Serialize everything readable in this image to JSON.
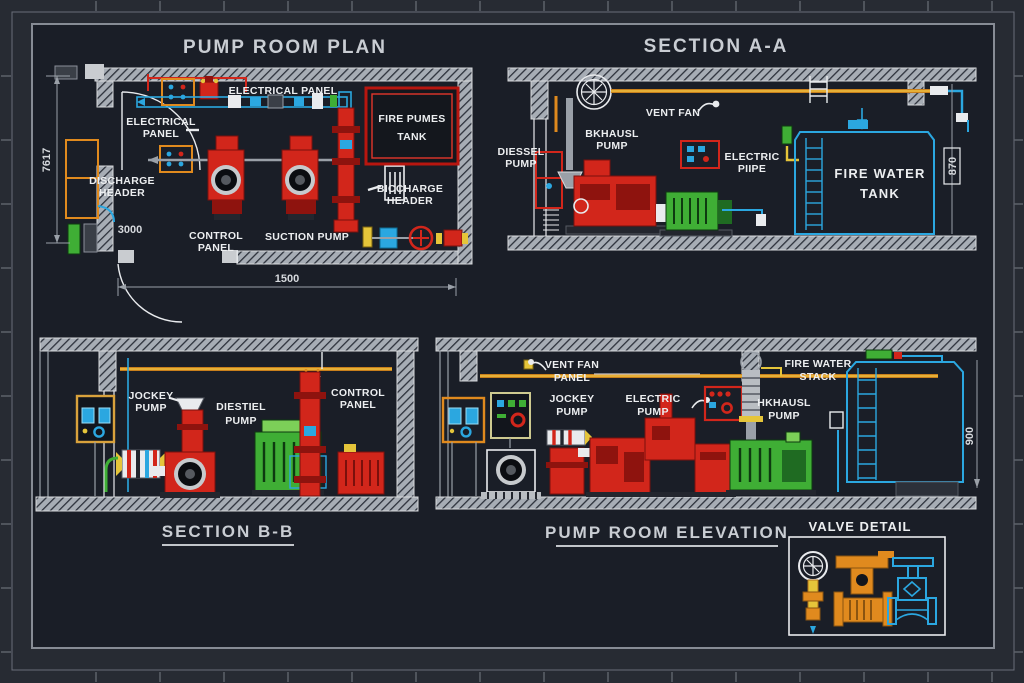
{
  "colors": {
    "background": "#272b33",
    "sheet": "#1a1e27",
    "frame": "#878c95",
    "tick": "#5d626b",
    "text": "#eceef0",
    "title": "#c9cdd3",
    "dim": "#d6d9dd",
    "red": "#d2261b",
    "red_dark": "#8e130e",
    "orange": "#e08a1e",
    "yellow": "#e5c53a",
    "cyan": "#2ba7e0",
    "green": "#3fae35",
    "green_dark": "#1f6b22",
    "white": "#e9ebee",
    "gray": "#9aa0a8",
    "dark": "#12151c"
  },
  "views": {
    "plan": {
      "title": "PUMP ROOM PLAN",
      "labels": {
        "electrical_panel_top": [
          "ELECTRICAL PANEL"
        ],
        "electrical_panel_left": [
          "ELECTRICAL",
          "PANEL"
        ],
        "discharge_header": [
          "DISCHARGE",
          "HEADER"
        ],
        "control_panel": [
          "CONTROL",
          "PANEL"
        ],
        "suction_pump": [
          "SUCTION PUMP"
        ],
        "discharge_header_right": [
          "BICCHARGE",
          "HEADER"
        ],
        "fire_pumps_tank": [
          "FIRE PUMES",
          "TANK"
        ]
      },
      "dimensions": {
        "room_width": "1500",
        "door": "3000",
        "room_height": "7617"
      }
    },
    "section_aa": {
      "title": "SECTION A-A",
      "labels": {
        "diesel_pump": [
          "DIESSEL",
          "PUMP"
        ],
        "exhaust_pump": [
          "BKHAUSL",
          "PUMP"
        ],
        "vent_fan": [
          "VENT FAN"
        ],
        "electric_pipe": [
          "ELECTRIC",
          "PIIPE"
        ],
        "fire_water_tank": [
          "FIRE WATER",
          "TANK"
        ]
      },
      "dimensions": {
        "tank_height": "870"
      }
    },
    "section_bb": {
      "title": "SECTION B-B",
      "labels": {
        "jockey_pump": [
          "JOCKEY",
          "PUMP"
        ],
        "diesel_pump": [
          "DIESTIEL",
          "PUMP"
        ],
        "control_panel": [
          "CONTROL",
          "PANEL"
        ]
      }
    },
    "elevation": {
      "title": "PUMP ROOM ELEVATION",
      "labels": {
        "vent_fan_panel": [
          "VENT FAN",
          "PANEL"
        ],
        "jockey_pump": [
          "JOCKEY",
          "PUMP"
        ],
        "electric_pump": [
          "ELECTRIC",
          "PUMP"
        ],
        "exhaust_pump": [
          "HKHAUSL",
          "PUMP"
        ],
        "fire_water_stack": [
          "FIRE WATER",
          "STACK"
        ]
      },
      "dimensions": {
        "tank_height": "900"
      }
    },
    "valve_detail": {
      "title": "VALVE DETAIL"
    }
  }
}
